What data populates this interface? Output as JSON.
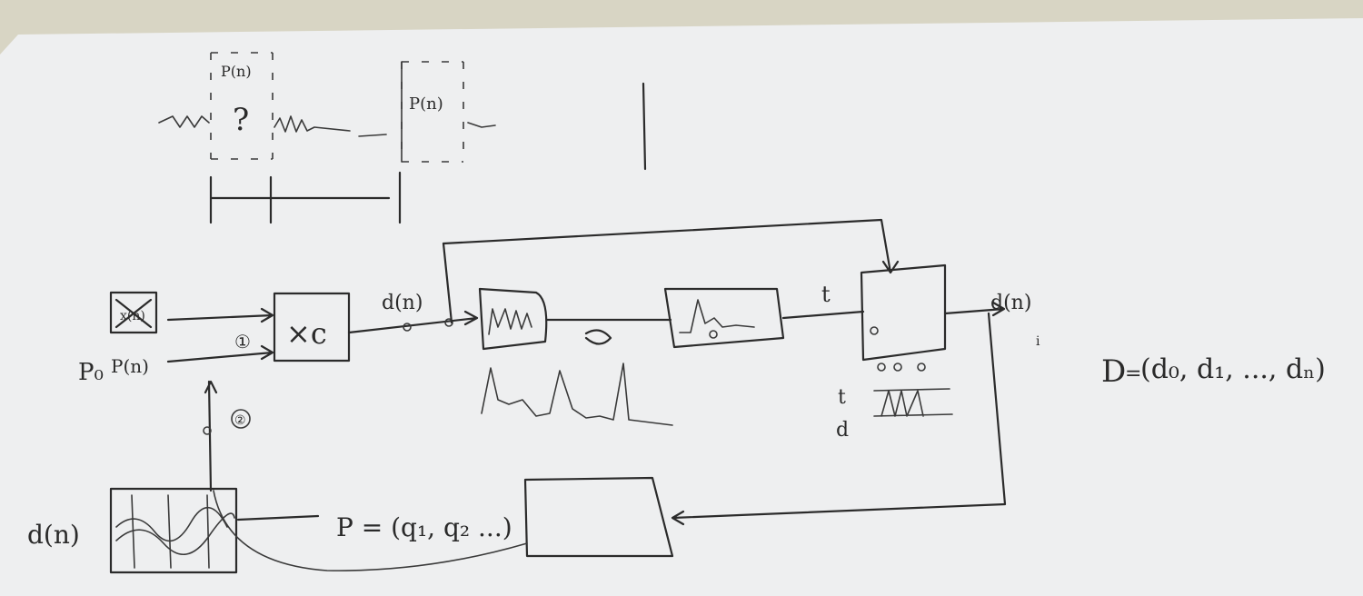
{
  "diagram": {
    "top_labels": {
      "p_left": "P(n)",
      "question": "?",
      "p_right": "P(n)"
    },
    "input_labels": {
      "x_n": "x(n)",
      "p0": "P₀",
      "p_n": "P(n)",
      "loop_1": "① ",
      "loop_2": "②"
    },
    "blocks": {
      "xc": "×c"
    },
    "signal_labels": {
      "d_n": "d(n)",
      "mid": "",
      "t": "t",
      "d_out": "d(n)",
      "i": "i"
    },
    "legend": {
      "t": "t",
      "d": "d"
    },
    "d_vector": {
      "lhs": "D",
      "eq": "=",
      "body": "(d₀, d₁, ..., dₙ)"
    },
    "bottom": {
      "d_in": "d(n)",
      "p_vector": "P = (q₁, q₂ ...)"
    }
  }
}
